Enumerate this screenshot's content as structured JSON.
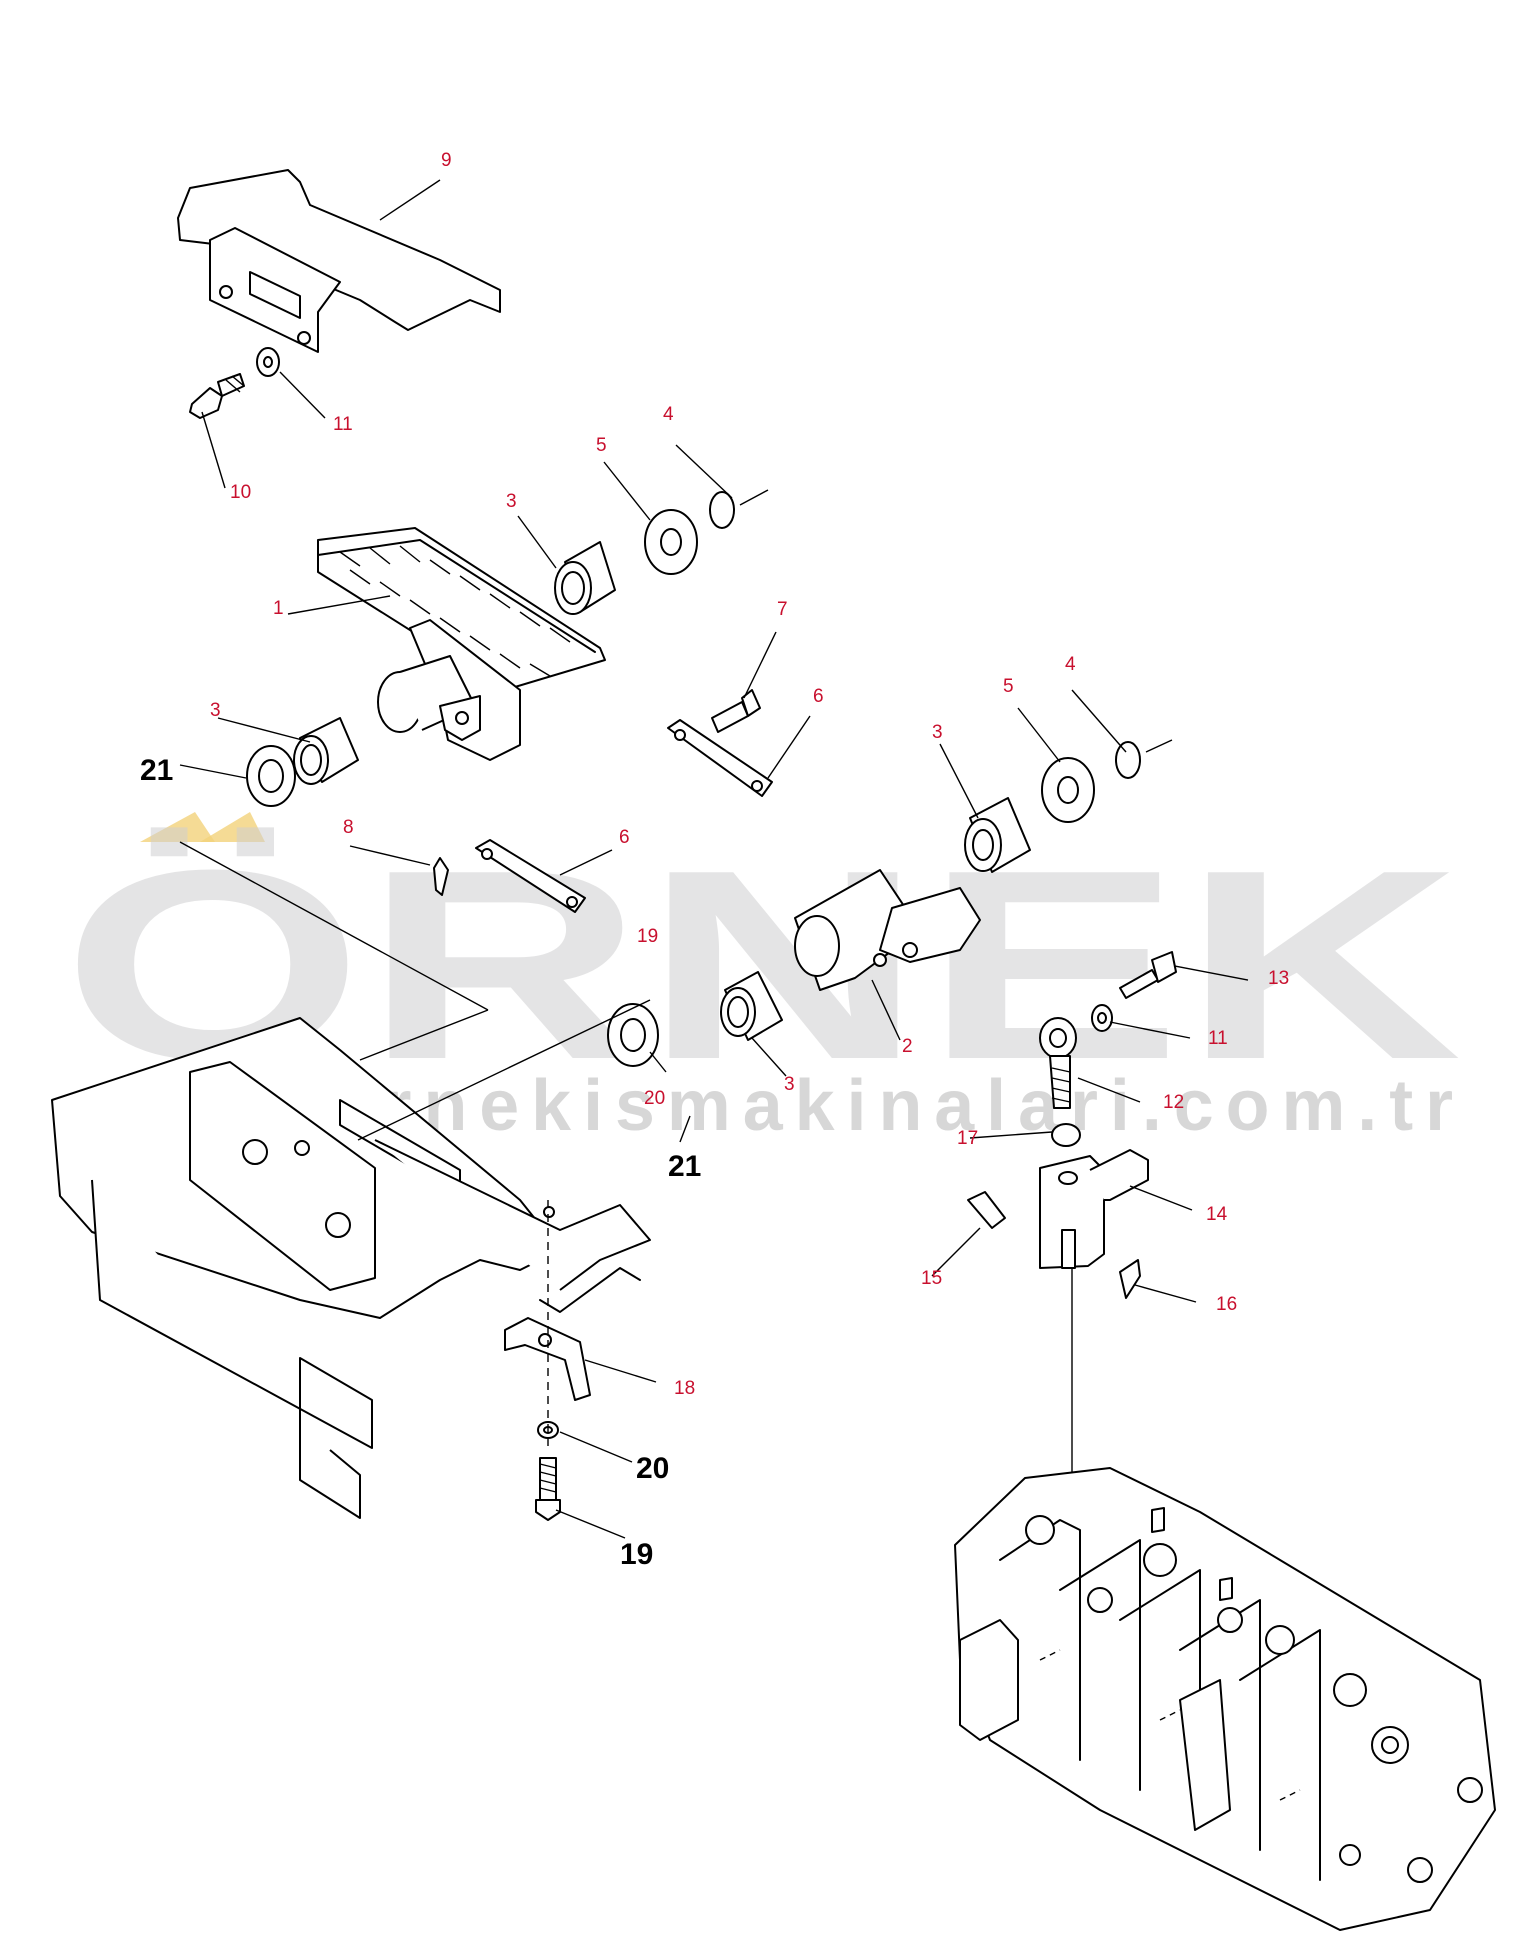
{
  "watermark": {
    "brand": "ÖRNEK",
    "url": "www.ornekismakinalari.com.tr",
    "accent_color": "#f2d27a"
  },
  "callouts": {
    "c9": "9",
    "c11a": "11",
    "c10": "10",
    "c4a": "4",
    "c5a": "5",
    "c3a": "3",
    "c1": "1",
    "c7": "7",
    "c6a": "6",
    "c3b": "3",
    "c21a": "21",
    "c8": "8",
    "c6b": "6",
    "c19a": "19",
    "c4b": "4",
    "c5b": "5",
    "c3c": "3",
    "c13": "13",
    "c11b": "11",
    "c2": "2",
    "c3d": "3",
    "c20a": "20",
    "c12": "12",
    "c21b": "21",
    "c17": "17",
    "c14": "14",
    "c15": "15",
    "c16": "16",
    "c18": "18",
    "c20b": "20",
    "c19b": "19"
  },
  "colors": {
    "callout_red": "#c8102e",
    "line": "#000000"
  }
}
